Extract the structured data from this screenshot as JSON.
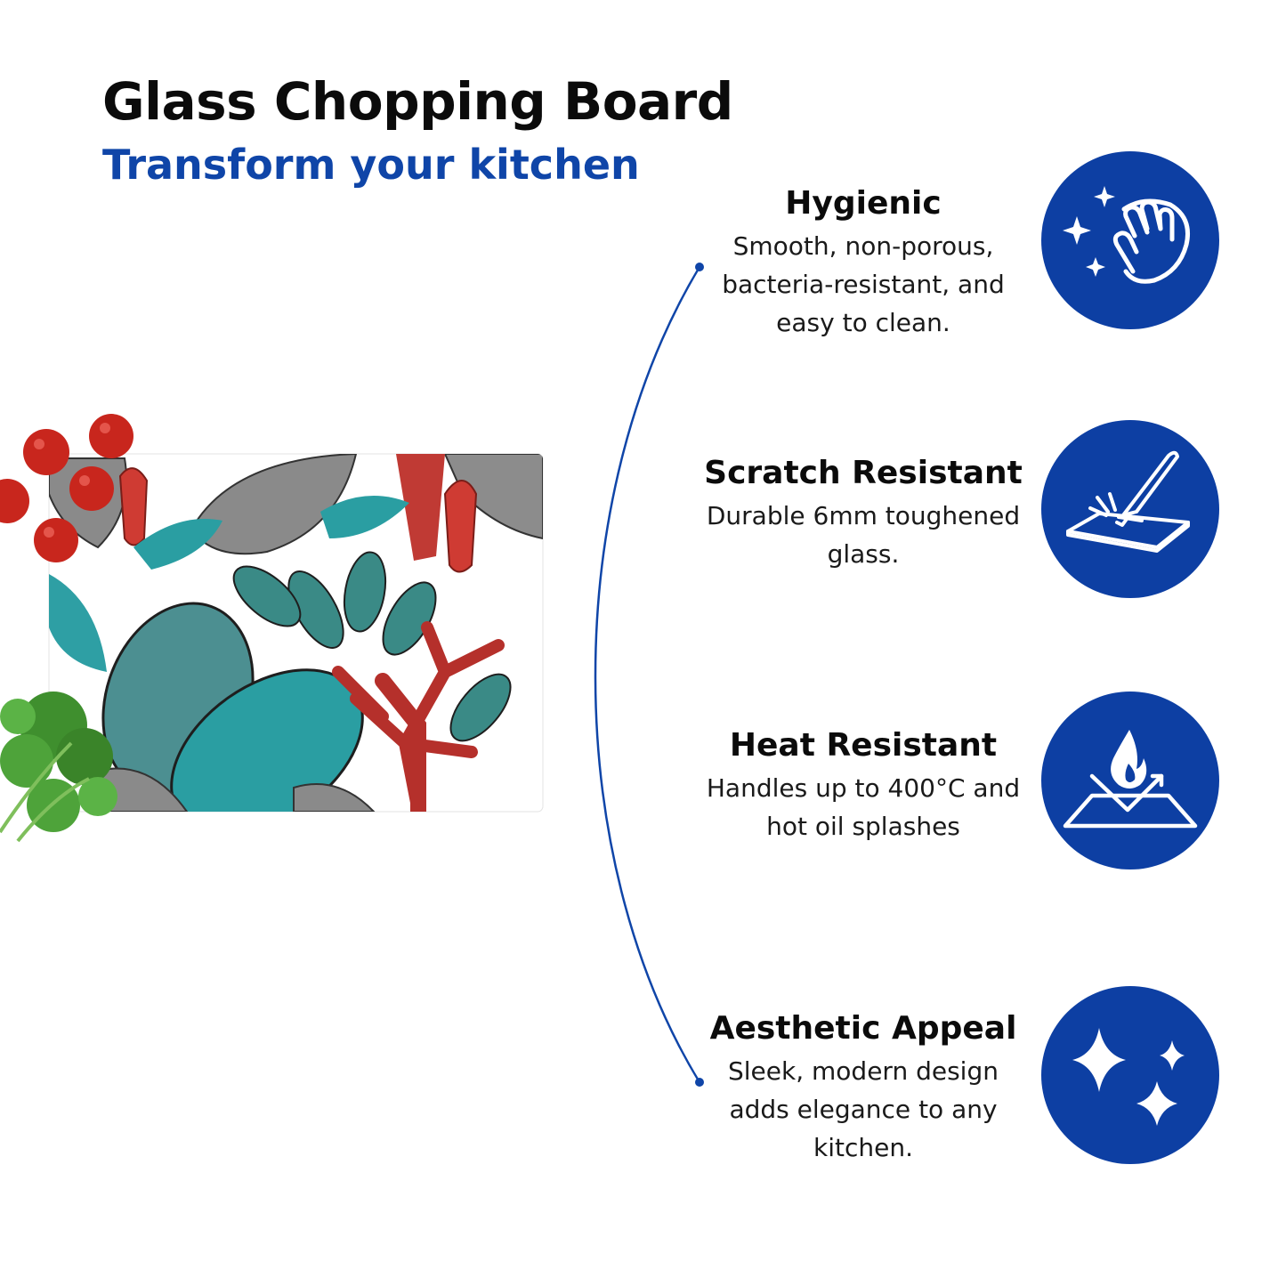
{
  "header": {
    "title": "Glass Chopping Board",
    "subtitle": "Transform your kitchen"
  },
  "colors": {
    "brand_blue": "#0f45a8",
    "icon_blue": "#0d3fa3",
    "text_dark": "#0b0b0b"
  },
  "features": [
    {
      "title": "Hygienic",
      "description": "Smooth, non-porous, bacteria-resistant, and easy to clean.",
      "icon": "hand-wipe-sparkle-icon"
    },
    {
      "title": "Scratch Resistant",
      "description": "Durable 6mm toughened glass.",
      "icon": "knife-scratch-icon"
    },
    {
      "title": "Heat Resistant",
      "description": "Handles up to 400°C and hot oil splashes",
      "icon": "flame-surface-icon"
    },
    {
      "title": "Aesthetic Appeal",
      "description": "Sleek, modern design adds elegance to any kitchen.",
      "icon": "sparkles-icon"
    }
  ],
  "product_image": {
    "subject": "glass-chopping-board-tropical-leaves-icon",
    "garnish": [
      "cherry-tomato-icon",
      "parsley-icon"
    ]
  }
}
